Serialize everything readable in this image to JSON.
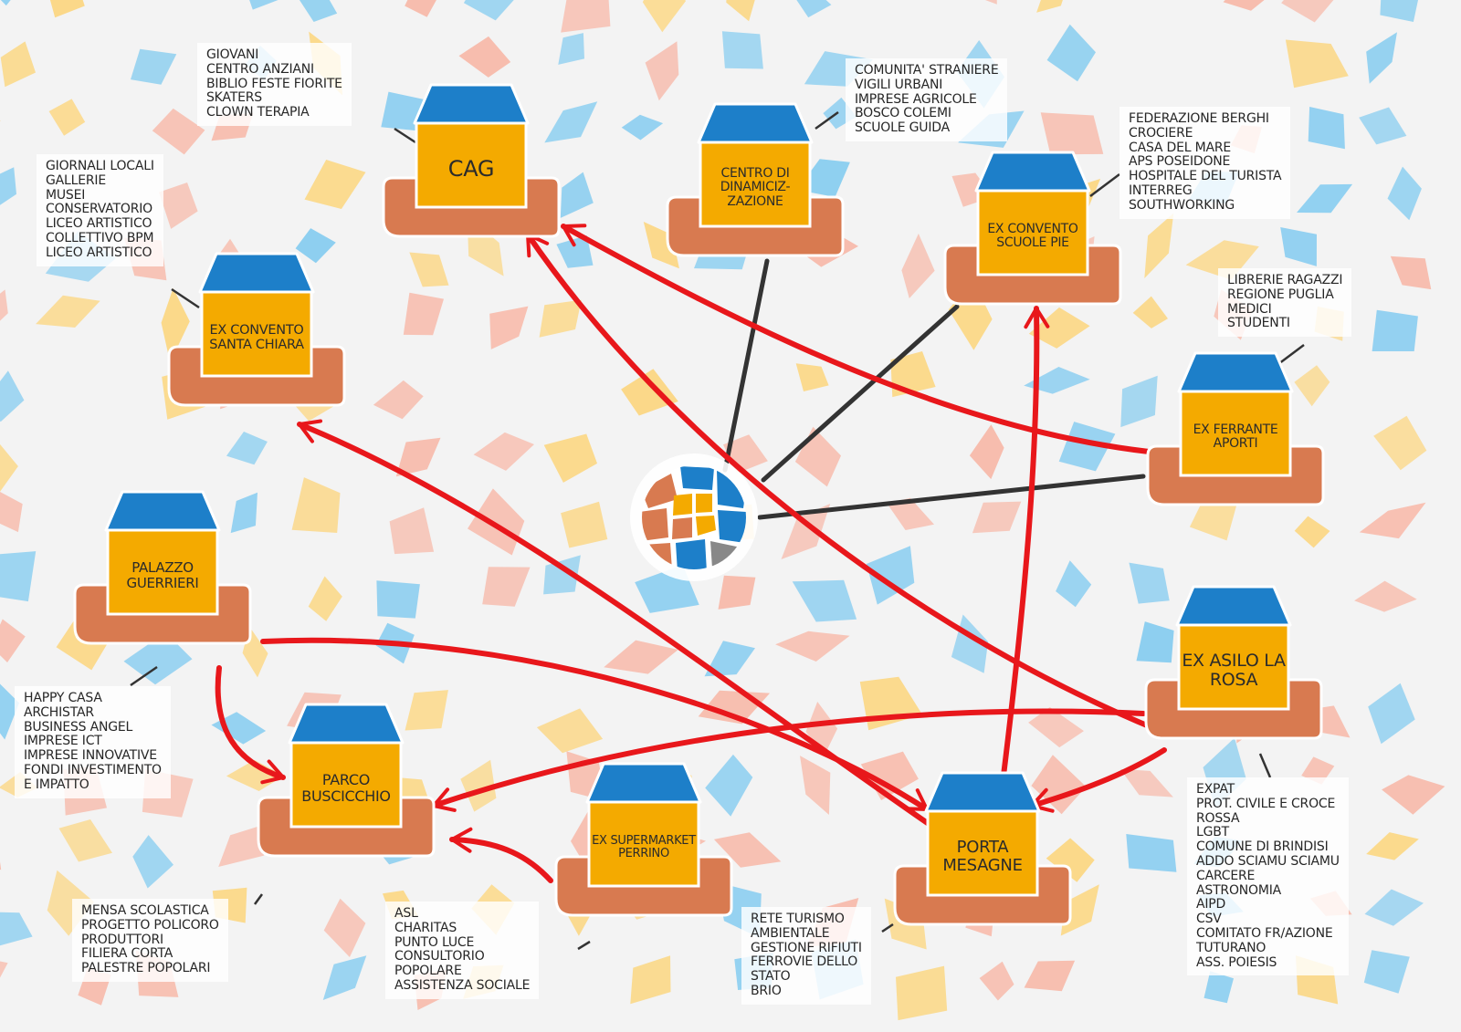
{
  "colors": {
    "background": "#f3f3f3",
    "roof": "#1d7fc9",
    "wall": "#f4aa00",
    "base": "#d87a50",
    "arrow": "#e8171b",
    "spoke": "#333333",
    "tile_blue": "#8ecff0",
    "tile_pink": "#f7bcad",
    "tile_yellow": "#fbd888"
  },
  "hub": {
    "icon": "mosaic-globe-icon"
  },
  "nodes": [
    {
      "id": "cag",
      "name": "CAG"
    },
    {
      "id": "dinamic",
      "name": "CENTRO DI DINAMICIZ-ZAZIONE"
    },
    {
      "id": "pie",
      "name": "EX CONVENTO SCUOLE PIE"
    },
    {
      "id": "chiara",
      "name": "EX CONVENTO SANTA CHIARA"
    },
    {
      "id": "ferrante",
      "name": "EX FERRANTE APORTI"
    },
    {
      "id": "guerrieri",
      "name": "PALAZZO GUERRIERI"
    },
    {
      "id": "rosa",
      "name": "EX ASILO LA ROSA"
    },
    {
      "id": "parco",
      "name": "PARCO BUSCICCHIO"
    },
    {
      "id": "perrino",
      "name": "EX SUPERMARKET PERRINO"
    },
    {
      "id": "porta",
      "name": "PORTA MESAGNE"
    }
  ],
  "labels": [
    {
      "id": "cag",
      "lines": [
        "GIOVANI",
        "CENTRO ANZIANI",
        "BIBLIO FESTE FIORITE",
        "SKATERS",
        "CLOWN TERAPIA"
      ]
    },
    {
      "id": "dinamic",
      "lines": [
        "COMUNITA' STRANIERE",
        "VIGILI URBANI",
        "IMPRESE AGRICOLE",
        "BOSCO COLEMI",
        "SCUOLE GUIDA"
      ]
    },
    {
      "id": "pie",
      "lines": [
        "FEDERAZIONE BERGHI",
        "CROCIERE",
        "CASA DEL MARE",
        "APS POSEIDONE",
        "HOSPITALE DEL TURISTA",
        "INTERREG",
        "SOUTHWORKING"
      ]
    },
    {
      "id": "chiara",
      "lines": [
        "GIORNALI LOCALI",
        "GALLERIE",
        "MUSEI",
        "CONSERVATORIO",
        "LICEO ARTISTICO",
        "COLLETTIVO BPM",
        "LICEO ARTISTICO"
      ]
    },
    {
      "id": "ferrante",
      "lines": [
        "LIBRERIE RAGAZZI",
        "REGIONE PUGLIA",
        "MEDICI",
        "STUDENTI"
      ]
    },
    {
      "id": "guerrieri",
      "lines": [
        "HAPPY CASA",
        "ARCHISTAR",
        "BUSINESS ANGEL",
        "IMPRESE ICT",
        "IMPRESE INNOVATIVE",
        "FONDI INVESTIMENTO",
        "E IMPATTO"
      ]
    },
    {
      "id": "rosa",
      "lines": [
        "EXPAT",
        "PROT. CIVILE E CROCE",
        "ROSSA",
        "LGBT",
        "COMUNE DI BRINDISI",
        "ADDO SCIAMU SCIAMU",
        "CARCERE",
        "ASTRONOMIA",
        "AIPD",
        "CSV",
        "COMITATO FR/AZIONE",
        "TUTURANO",
        "ASS. POIESIS"
      ]
    },
    {
      "id": "parco",
      "lines": [
        "MENSA SCOLASTICA",
        "PROGETTO POLICORO",
        "PRODUTTORI",
        "FILIERA CORTA",
        "PALESTRE POPOLARI"
      ]
    },
    {
      "id": "perrino",
      "lines": [
        "ASL",
        "CHARITAS",
        "PUNTO LUCE",
        "CONSULTORIO",
        "POPOLARE",
        "ASSISTENZA SOCIALE"
      ]
    },
    {
      "id": "porta",
      "lines": [
        "RETE TURISMO",
        "AMBIENTALE",
        "GESTIONE RIFIUTI",
        "FERROVIE DELLO",
        "STATO",
        "BRIO"
      ]
    }
  ],
  "connections": [
    {
      "from": "hub",
      "to": "dinamic",
      "style": "spoke"
    },
    {
      "from": "hub",
      "to": "pie",
      "style": "spoke"
    },
    {
      "from": "hub",
      "to": "ferrante",
      "style": "spoke"
    },
    {
      "from": "ferrante",
      "to": "cag",
      "style": "arrow"
    },
    {
      "from": "rosa",
      "to": "cag",
      "style": "arrow"
    },
    {
      "from": "porta",
      "to": "chiara",
      "style": "arrow"
    },
    {
      "from": "porta",
      "to": "pie",
      "style": "arrow"
    },
    {
      "from": "guerrieri",
      "to": "porta",
      "style": "arrow"
    },
    {
      "from": "guerrieri",
      "to": "parco",
      "style": "arrow"
    },
    {
      "from": "rosa",
      "to": "parco",
      "style": "arrow"
    },
    {
      "from": "rosa",
      "to": "porta",
      "style": "arrow"
    },
    {
      "from": "perrino",
      "to": "parco",
      "style": "arrow"
    }
  ]
}
